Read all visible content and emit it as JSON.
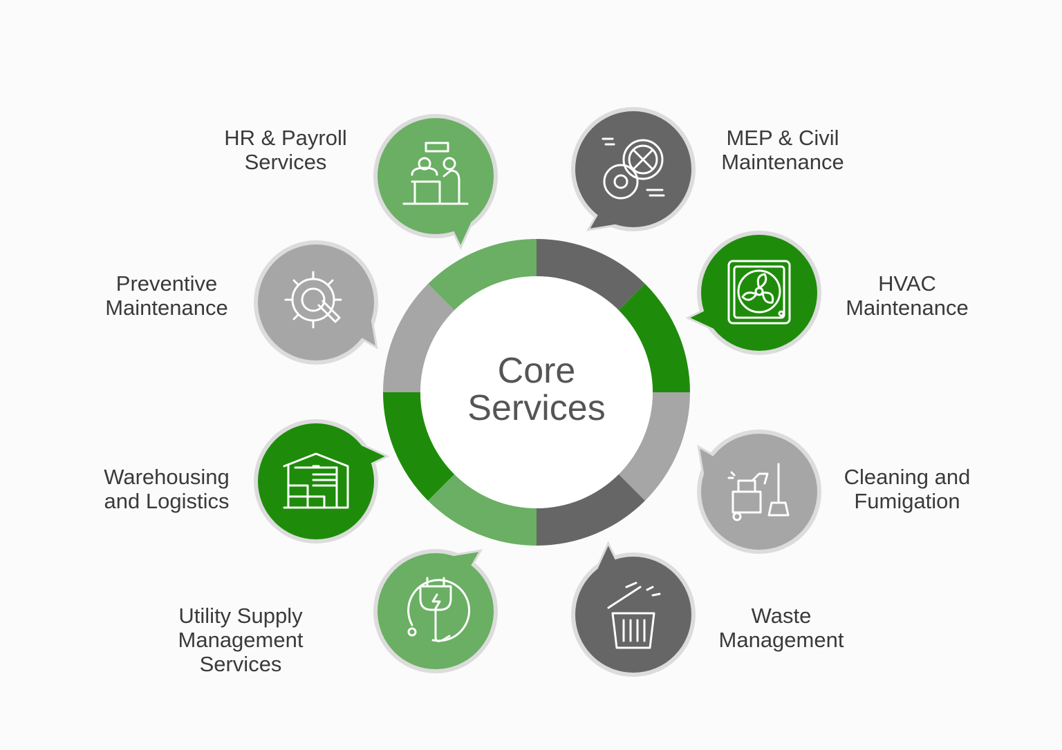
{
  "center": {
    "title": "Core\nServices"
  },
  "colors": {
    "light_green": "#6aaf63",
    "dark_green": "#1e8c0a",
    "dark_gray": "#666666",
    "light_gray": "#a6a6a6",
    "bubble_border": "#dcdcdc"
  },
  "ring_segments": [
    "dark_gray",
    "dark_green",
    "light_gray",
    "dark_gray",
    "light_green",
    "dark_green",
    "light_gray",
    "light_green"
  ],
  "services": [
    {
      "label": "HR & Payroll\nServices",
      "color": "light_green",
      "icon": "meeting-icon"
    },
    {
      "label": "MEP & Civil\nMaintenance",
      "color": "dark_gray",
      "icon": "gears-icon"
    },
    {
      "label": "HVAC\nMaintenance",
      "color": "dark_green",
      "icon": "fan-icon"
    },
    {
      "label": "Cleaning and\nFumigation",
      "color": "light_gray",
      "icon": "cleaning-icon"
    },
    {
      "label": "Waste\nManagement",
      "color": "dark_gray",
      "icon": "trash-bin-icon"
    },
    {
      "label": "Utility Supply\nManagement Services",
      "color": "light_green",
      "icon": "power-plug-icon"
    },
    {
      "label": "Warehousing\nand Logistics",
      "color": "dark_green",
      "icon": "warehouse-icon"
    },
    {
      "label": "Preventive\nMaintenance",
      "color": "light_gray",
      "icon": "gear-wrench-icon"
    }
  ]
}
